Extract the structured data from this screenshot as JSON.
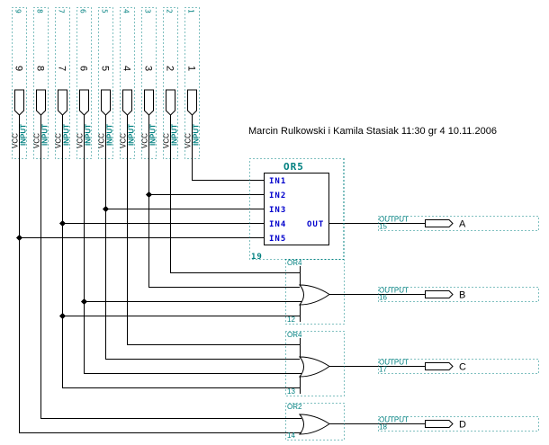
{
  "title": "Marcin Rulkowski i Kamila Stasiak 11:30 gr 4  10.11.2006",
  "inputs": [
    {
      "number": "9",
      "pin_tag": "9",
      "vcc": "VCC",
      "type": "INPUT"
    },
    {
      "number": "8",
      "pin_tag": "8",
      "vcc": "VCC",
      "type": "INPUT"
    },
    {
      "number": "7",
      "pin_tag": "7",
      "vcc": "VCC",
      "type": "INPUT"
    },
    {
      "number": "6",
      "pin_tag": "6",
      "vcc": "VCC",
      "type": "INPUT"
    },
    {
      "number": "5",
      "pin_tag": "5",
      "vcc": "VCC",
      "type": "INPUT"
    },
    {
      "number": "4",
      "pin_tag": "4",
      "vcc": "VCC",
      "type": "INPUT"
    },
    {
      "number": "3",
      "pin_tag": "3",
      "vcc": "VCC",
      "type": "INPUT"
    },
    {
      "number": "2",
      "pin_tag": "2",
      "vcc": "VCC",
      "type": "INPUT"
    },
    {
      "number": "1",
      "pin_tag": "1",
      "vcc": "VCC",
      "type": "INPUT"
    }
  ],
  "or5": {
    "name": "OR5",
    "id": "19",
    "pins_in": [
      "IN1",
      "IN2",
      "IN3",
      "IN4",
      "IN5"
    ],
    "pin_out": "OUT"
  },
  "gates": [
    {
      "name": "OR4",
      "id": "12"
    },
    {
      "name": "OR4",
      "id": "13"
    },
    {
      "name": "OR2",
      "id": "14"
    }
  ],
  "outputs": [
    {
      "type": "OUTPUT",
      "id": "15",
      "name": "A"
    },
    {
      "type": "OUTPUT",
      "id": "16",
      "name": "B"
    },
    {
      "type": "OUTPUT",
      "id": "17",
      "name": "C"
    },
    {
      "type": "OUTPUT",
      "id": "18",
      "name": "D"
    }
  ],
  "connections": {
    "A": [
      "1",
      "3",
      "5",
      "7",
      "9"
    ],
    "B": [
      "2",
      "3",
      "6",
      "7"
    ],
    "C": [
      "4",
      "5",
      "6",
      "7"
    ],
    "D": [
      "8",
      "9"
    ]
  }
}
